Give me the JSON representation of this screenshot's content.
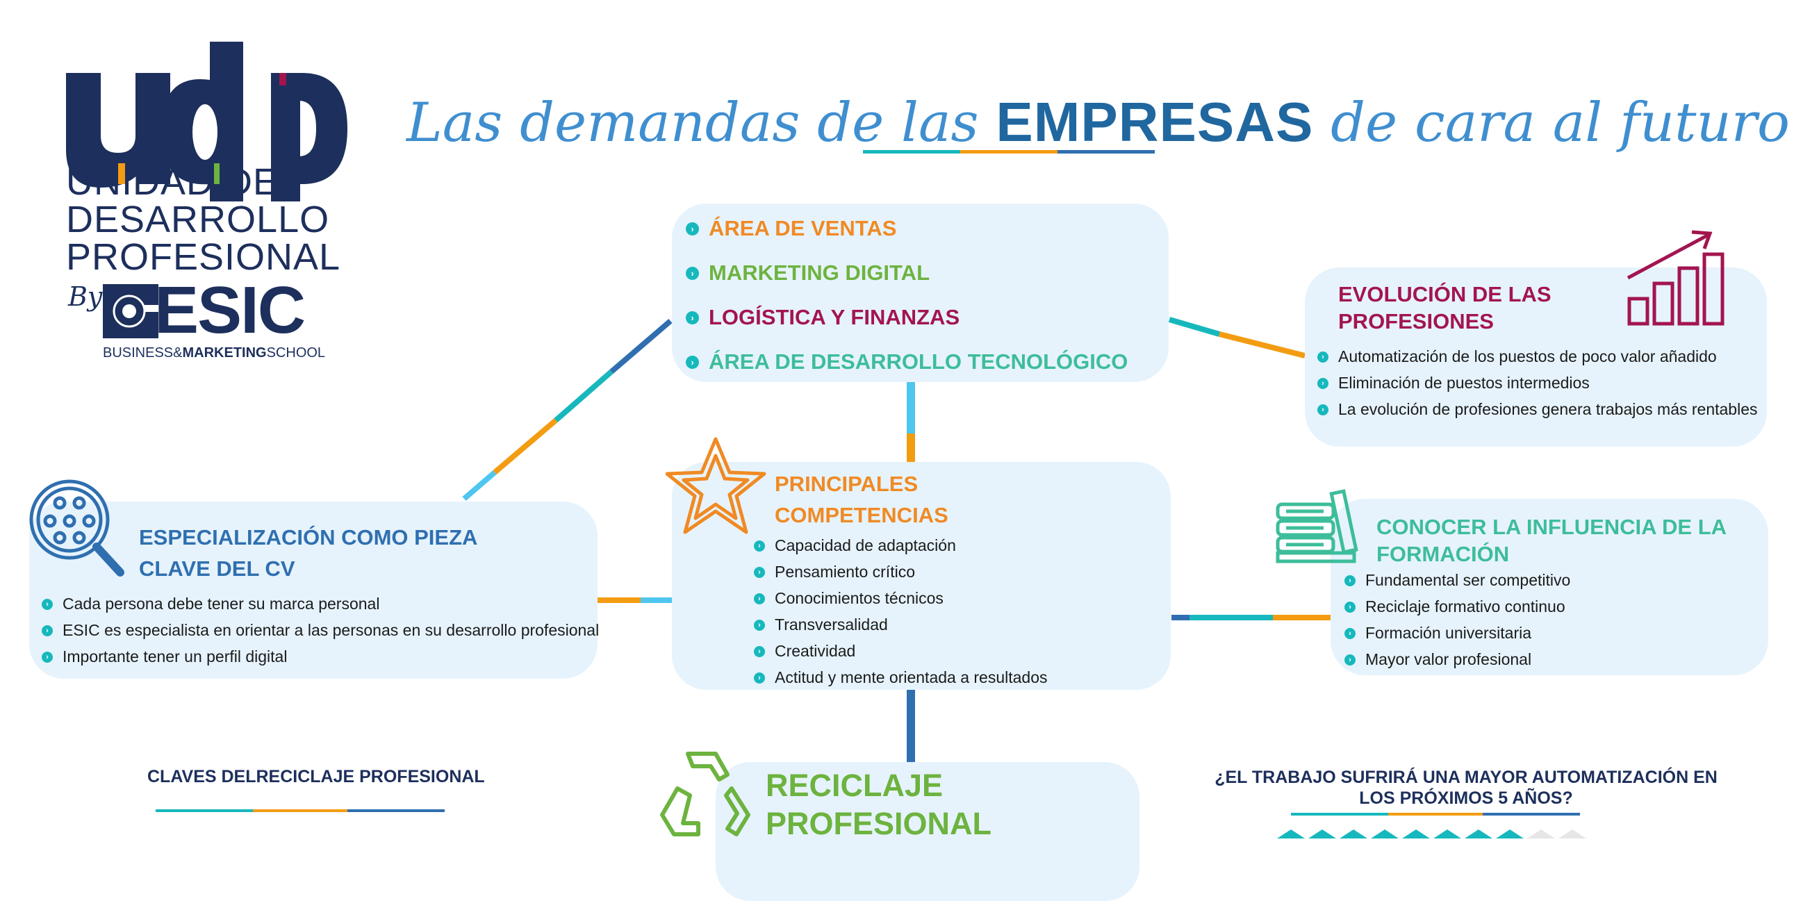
{
  "logo": {
    "mark": "udp",
    "lines": [
      "UNIDAD DE",
      "DESARROLLO",
      "PROFESIONAL"
    ],
    "by": "By",
    "brand": "ESIC",
    "school_prefix": "BUSINESS&",
    "school_bold": "MARKETING",
    "school_suffix": "SCHOOL"
  },
  "title": {
    "before": "Las demandas de las",
    "highlight": "EMPRESAS",
    "after": "de cara al futuro"
  },
  "areas": {
    "items": [
      {
        "label": "ÁREA DE VENTAS",
        "color": "#f08a24"
      },
      {
        "label": "MARKETING DIGITAL",
        "color": "#6db33f"
      },
      {
        "label": "LOGÍSTICA Y FINANZAS",
        "color": "#a3154f"
      },
      {
        "label": "ÁREA DE DESARROLLO TECNOLÓGICO",
        "color": "#3dbd9a"
      }
    ]
  },
  "evolucion": {
    "title_line1": "EVOLUCIÓN DE LAS",
    "title_line2": "PROFESIONES",
    "icon": "growth-chart-icon",
    "bullets": [
      "Automatización de los puestos de poco valor añadido",
      "Eliminación de puestos intermedios",
      "La evolución de profesiones genera trabajos más rentables"
    ]
  },
  "competencias": {
    "title_line1": "PRINCIPALES",
    "title_line2": "COMPETENCIAS",
    "icon": "star-icon",
    "bullets": [
      "Capacidad de adaptación",
      "Pensamiento crítico",
      "Conocimientos técnicos",
      "Transversalidad",
      "Creatividad",
      "Actitud y mente orientada a resultados"
    ]
  },
  "especializacion": {
    "title_line1": "ESPECIALIZACIÓN COMO PIEZA",
    "title_line2": "CLAVE DEL CV",
    "icon": "people-search-icon",
    "bullets": [
      "Cada persona debe tener su marca personal",
      "ESIC es especialista en orientar a las personas en su desarrollo profesional",
      "Importante tener un perfil digital"
    ]
  },
  "formacion": {
    "title_line1": "CONOCER LA INFLUENCIA DE LA",
    "title_line2": "FORMACIÓN",
    "icon": "books-icon",
    "bullets": [
      "Fundamental ser competitivo",
      "Reciclaje formativo continuo",
      "Formación universitaria",
      "Mayor valor profesional"
    ]
  },
  "reciclaje": {
    "title_line1": "RECICLAJE",
    "title_line2": "PROFESIONAL",
    "icon": "recycle-icon"
  },
  "claves": {
    "title": "CLAVES DELRECICLAJE PROFESIONAL"
  },
  "automatizacion": {
    "title_line1": "¿EL TRABAJO SUFRIRÁ UNA MAYOR AUTOMATIZACIÓN EN",
    "title_line2": "LOS PRÓXIMOS 5 AÑOS?"
  },
  "colors": {
    "navy": "#1d2f5c",
    "box_fill": "#e6f3fc",
    "blue": "#2f6fb0",
    "teal": "#16b8bd",
    "orange": "#f39c12",
    "light_blue": "#4fc6ef",
    "magenta": "#a3154f",
    "green": "#6db33f"
  }
}
